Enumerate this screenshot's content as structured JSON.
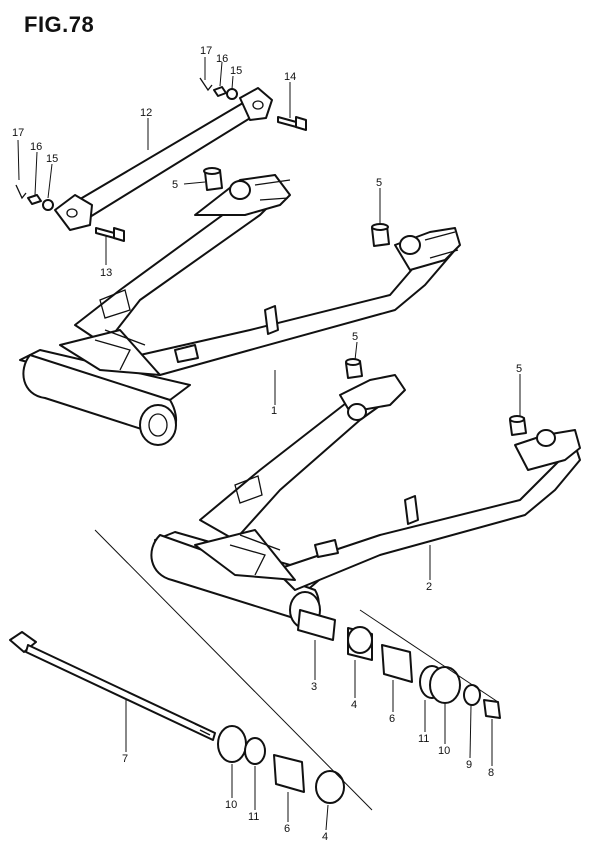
{
  "figure": {
    "title": "FIG.78"
  },
  "callouts": [
    {
      "id": "c17a",
      "text": "17"
    },
    {
      "id": "c16a",
      "text": "16"
    },
    {
      "id": "c15a",
      "text": "15"
    },
    {
      "id": "c14",
      "text": "14"
    },
    {
      "id": "c12",
      "text": "12"
    },
    {
      "id": "c17b",
      "text": "17"
    },
    {
      "id": "c16b",
      "text": "16"
    },
    {
      "id": "c15b",
      "text": "15"
    },
    {
      "id": "c13",
      "text": "13"
    },
    {
      "id": "c5a",
      "text": "5"
    },
    {
      "id": "c5b",
      "text": "5"
    },
    {
      "id": "c1",
      "text": "1"
    },
    {
      "id": "c5c",
      "text": "5"
    },
    {
      "id": "c5d",
      "text": "5"
    },
    {
      "id": "c2",
      "text": "2"
    },
    {
      "id": "c3",
      "text": "3"
    },
    {
      "id": "c4a",
      "text": "4"
    },
    {
      "id": "c6a",
      "text": "6"
    },
    {
      "id": "c11a",
      "text": "11"
    },
    {
      "id": "c10a",
      "text": "10"
    },
    {
      "id": "c9",
      "text": "9"
    },
    {
      "id": "c8",
      "text": "8"
    },
    {
      "id": "c7",
      "text": "7"
    },
    {
      "id": "c10b",
      "text": "10"
    },
    {
      "id": "c11b",
      "text": "11"
    },
    {
      "id": "c6b",
      "text": "6"
    },
    {
      "id": "c4b",
      "text": "4"
    }
  ]
}
